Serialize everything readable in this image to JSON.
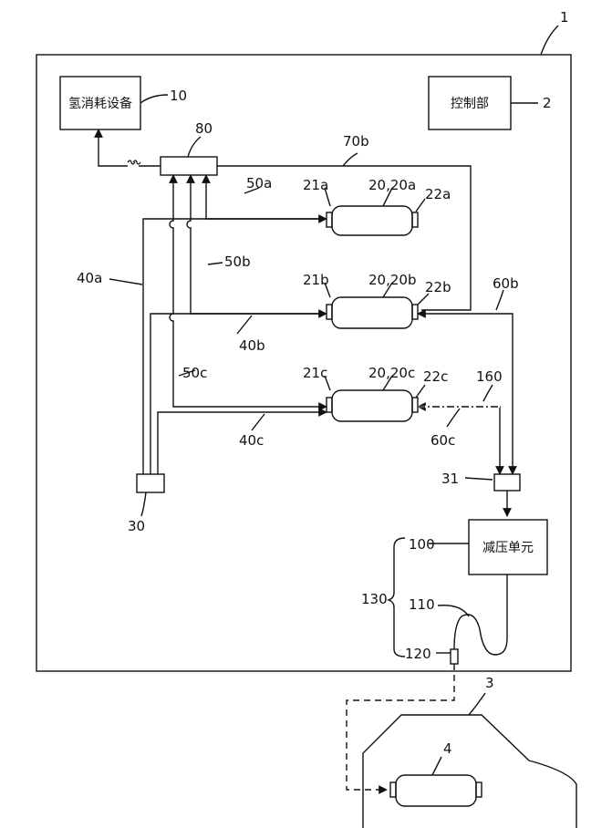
{
  "figure": {
    "system_ref": "1",
    "vehicle_ref": "3",
    "vehicle_tank_ref": "4",
    "consumer": {
      "text": "氢消耗设备",
      "ref": "10"
    },
    "control": {
      "text": "控制部",
      "ref": "2"
    },
    "decompress": {
      "text": "减压单元",
      "ref": "100"
    },
    "manifold_ref": "80",
    "source_ref": "30",
    "sink_ref": "31",
    "hose_ref": "110",
    "nozzle_ref": "120",
    "assembly_ref": "130",
    "sensor_ref": "160",
    "tanks": [
      {
        "ref": "20,20a",
        "inlet": "21a",
        "outlet": "22a"
      },
      {
        "ref": "20,20b",
        "inlet": "21b",
        "outlet": "22b"
      },
      {
        "ref": "20,20c",
        "inlet": "21c",
        "outlet": "22c"
      }
    ],
    "lines": {
      "l40a": "40a",
      "l40b": "40b",
      "l40c": "40c",
      "l50a": "50a",
      "l50b": "50b",
      "l50c": "50c",
      "l60b": "60b",
      "l60c": "60c",
      "l70b": "70b"
    }
  }
}
